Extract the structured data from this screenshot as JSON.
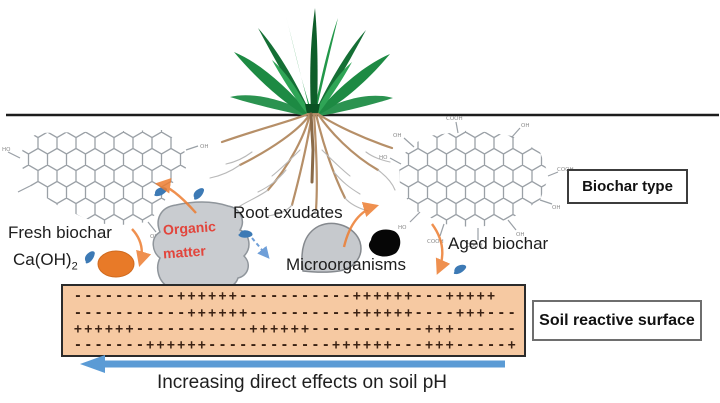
{
  "labels": {
    "fresh_biochar": "Fresh biochar",
    "ca_oh2_base": "Ca(OH)",
    "ca_oh2_sub": "2",
    "organic_matter_line1": "Organic",
    "organic_matter_line2": "matter",
    "root_exudates": "Root exudates",
    "microorganisms": "Microorganisms",
    "aged_biochar": "Aged biochar",
    "biochar_type": "Biochar type",
    "soil_reactive_surface": "Soil reactive surface",
    "bottom_arrow_caption": "Increasing direct effects on soil pH"
  },
  "molecule_groups": {
    "oh": "OH",
    "ho": "HO",
    "cooh": "COOH"
  },
  "soil_band": {
    "rows": [
      "----------++++++-----------++++++---+++++",
      "-----------++++++----------++++++----+++---",
      "++++++-----------++++++-----------+++------",
      "-------++++++------------++++++---+++-----+"
    ]
  },
  "colors": {
    "arrow_orange": "#ED7D31",
    "arrow_blue": "#5B9BD5",
    "droplet_blue": "#3D7AB5",
    "band_fill": "#F6C9A2",
    "organic_text": "#E2453C",
    "molecule_gray": "#9AA0A6",
    "leaf_green": "#1E8A3C",
    "root_tan": "#B68F68"
  }
}
